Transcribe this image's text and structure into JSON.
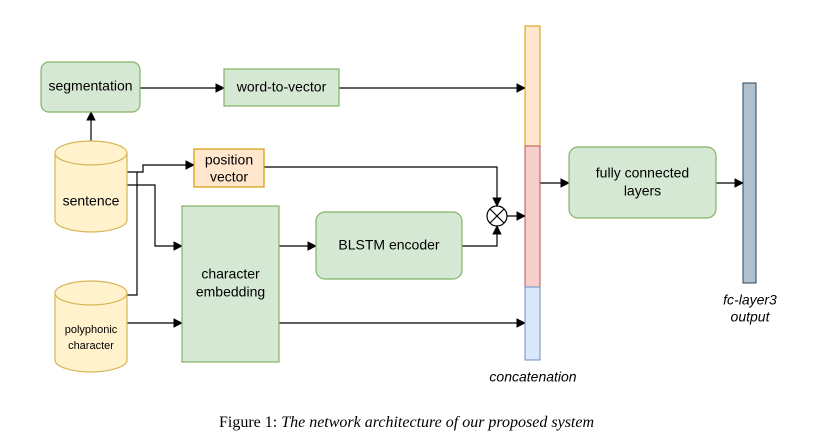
{
  "nodes": {
    "segmentation": "segmentation",
    "word_to_vector": "word-to-vector",
    "sentence": "sentence",
    "position_vector_line1": "position",
    "position_vector_line2": "vector",
    "character_embedding_line1": "character",
    "character_embedding_line2": "embedding",
    "blstm_encoder": "BLSTM encoder",
    "polyphonic_character_line1": "polyphonic",
    "polyphonic_character_line2": "character",
    "fully_connected_line1": "fully connected",
    "fully_connected_line2": "layers",
    "concatenation": "concatenation",
    "fc_layer3_line1": "fc-layer3",
    "fc_layer3_line2": "output"
  },
  "caption": {
    "label": "Figure 1:",
    "text": "The network architecture of our proposed system"
  },
  "colors": {
    "green_fill": "#d5e8d4",
    "green_stroke": "#82b366",
    "yellow_fill": "#ffe6cc",
    "yellow_stroke": "#d79b00",
    "concat_orange": "#ffe6cc",
    "concat_red": "#f8cecc",
    "concat_blue": "#dae8fc",
    "fc_output": "#b0c0cc"
  },
  "icons": {
    "combine_operator": "circle-times-icon"
  }
}
